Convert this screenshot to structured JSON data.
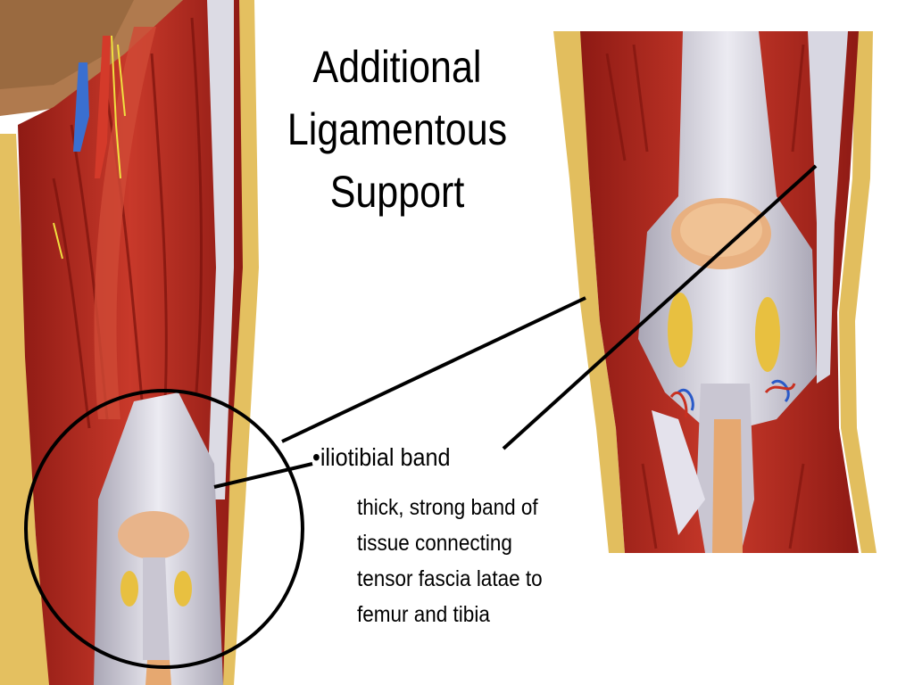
{
  "slide": {
    "title_lines": [
      "Additional",
      "Ligamentous",
      "Support"
    ],
    "bullet": "•iliotibial band",
    "description_lines": [
      "thick, strong band of",
      "tissue connecting",
      "tensor fascia latae to",
      "femur and tibia"
    ]
  }
}
